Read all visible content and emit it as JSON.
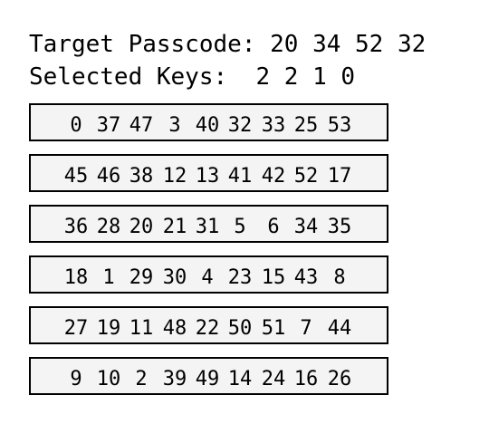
{
  "header": {
    "target_label": "Target Passcode:",
    "target_values": "20 34 52 32",
    "selected_label": "Selected Keys:",
    "selected_values": "2 2 1 0"
  },
  "key_rows": [
    [
      "0",
      "37",
      "47",
      "3",
      "40",
      "32",
      "33",
      "25",
      "53"
    ],
    [
      "45",
      "46",
      "38",
      "12",
      "13",
      "41",
      "42",
      "52",
      "17"
    ],
    [
      "36",
      "28",
      "20",
      "21",
      "31",
      "5",
      "6",
      "34",
      "35"
    ],
    [
      "18",
      "1",
      "29",
      "30",
      "4",
      "23",
      "15",
      "43",
      "8"
    ],
    [
      "27",
      "19",
      "11",
      "48",
      "22",
      "50",
      "51",
      "7",
      "44"
    ],
    [
      "9",
      "10",
      "2",
      "39",
      "49",
      "14",
      "24",
      "16",
      "26"
    ]
  ],
  "colors": {
    "row_background": "#f4f4f4",
    "row_border": "#000000",
    "text": "#000000"
  }
}
